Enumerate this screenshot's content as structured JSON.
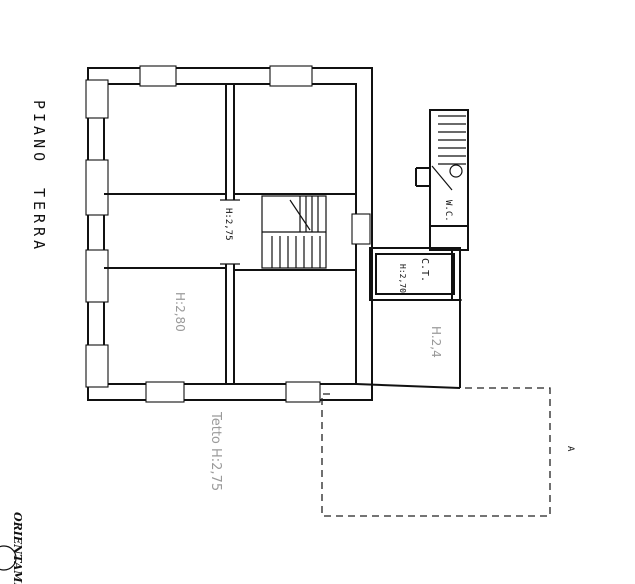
{
  "title": {
    "line1": "PIANO",
    "line2": "TERRA"
  },
  "rooms": {
    "hall_height": "H:2,75",
    "wc": "W.C.",
    "ct": "C.T.",
    "ct_height": "H:2,70"
  },
  "pencil_notes": {
    "left_room": "H:2,80",
    "bottom": "Tetto H:2,75",
    "right_room": "H.2,4"
  },
  "mark": "A",
  "orientation_label": "ORIENTAME"
}
